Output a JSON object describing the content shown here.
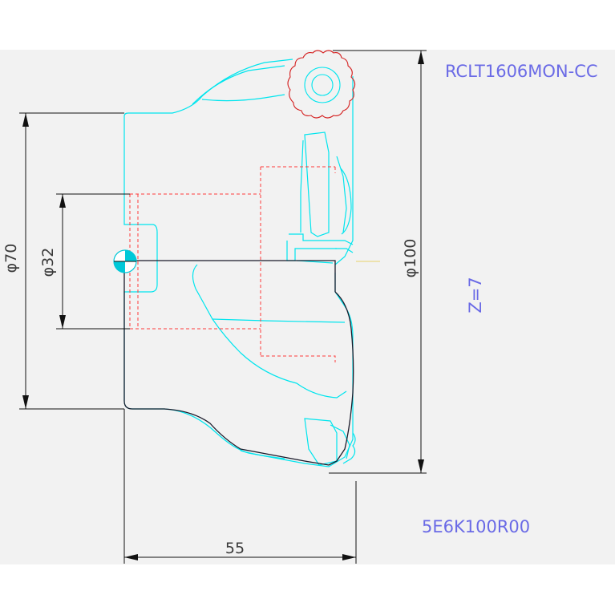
{
  "part_label": "RCLT1606MON-CC",
  "teeth_label": "Z=7",
  "code_label": "5E6K100R00",
  "dimensions": {
    "d70": "φ70",
    "d32": "φ32",
    "d100": "φ100",
    "len55": "55"
  },
  "colors": {
    "sheet": "#f2f2f2",
    "tool_outline": "#00e5ee",
    "section_outline": "#1a1a2a",
    "hidden_line": "#ff3b3b",
    "dimension_line": "#111111",
    "insert_outline": "#d42020",
    "note_text": "#6a6ae6"
  }
}
